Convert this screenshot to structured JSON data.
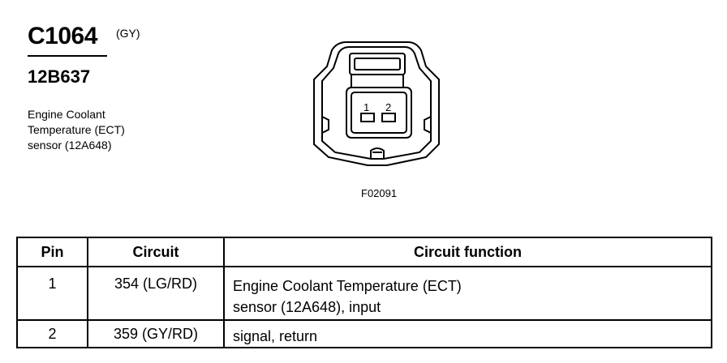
{
  "header": {
    "connector_id": "C1064",
    "color_code": "(GY)",
    "part_number": "12B637",
    "description_lines": [
      "Engine Coolant",
      "Temperature (ECT)",
      "sensor (12A648)"
    ]
  },
  "figure": {
    "code": "F02091",
    "pin_labels": [
      "1",
      "2"
    ]
  },
  "table": {
    "headers": {
      "pin": "Pin",
      "circuit": "Circuit",
      "function": "Circuit function"
    },
    "rows": [
      {
        "pin": "1",
        "circuit": "354 (LG/RD)",
        "function_lines": [
          "Engine Coolant Temperature (ECT)",
          "sensor (12A648), input"
        ]
      },
      {
        "pin": "2",
        "circuit": "359 (GY/RD)",
        "function_lines": [
          "signal, return"
        ]
      }
    ]
  }
}
